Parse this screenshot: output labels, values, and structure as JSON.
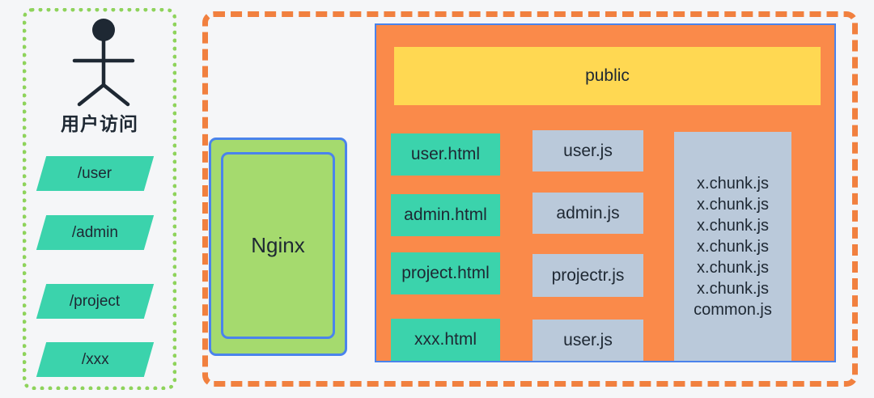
{
  "left_panel": {
    "label": "用户访问",
    "routes": [
      "/user",
      "/admin",
      "/project",
      "/xxx"
    ]
  },
  "nginx": {
    "label": "Nginx"
  },
  "server_panel": {
    "public_label": "public",
    "html_files": [
      "user.html",
      "admin.html",
      "project.html",
      "xxx.html"
    ],
    "js_files": [
      "user.js",
      "admin.js",
      "projectr.js",
      "user.js"
    ],
    "chunk_files": [
      "x.chunk.js",
      "x.chunk.js",
      "x.chunk.js",
      "x.chunk.js",
      "x.chunk.js",
      "x.chunk.js",
      "common.js"
    ]
  },
  "colors": {
    "background": "#f5f6f8",
    "user_panel_border_green": "#8ed35b",
    "route_teal": "#3bd3ac",
    "server_border_orange": "#f1803f",
    "dist_panel_orange": "#fa8a4a",
    "public_yellow": "#ffd852",
    "nginx_green": "#a5da6e",
    "blue_border": "#4a83ec",
    "js_gray_blue": "#bac9da",
    "text": "#1e2833"
  }
}
